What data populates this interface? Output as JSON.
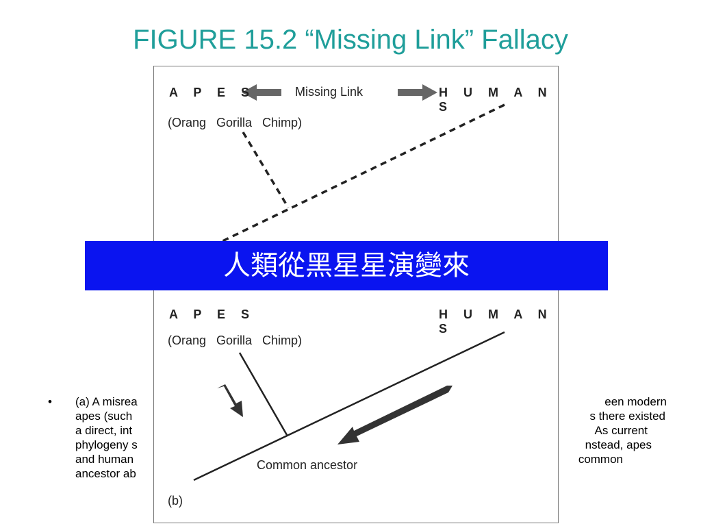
{
  "slide": {
    "title": "FIGURE 15.2 “Missing Link” Fallacy"
  },
  "figure": {
    "top": {
      "apes_label": "A P E S",
      "missing_link_label": "Missing Link",
      "humans_label": "H U M A N S",
      "species_label": "(Orang   Gorilla   Chimp)"
    },
    "bottom": {
      "apes_label": "A P E S",
      "humans_label": "H U M A N S",
      "species_label": "(Orang   Gorilla   Chimp)",
      "common_ancestor_label": "Common ancestor",
      "panel_label": "(b)"
    }
  },
  "banner": {
    "text": "人類從黑星星演變來",
    "color": "#0a14f0"
  },
  "bullet": {
    "marker": "•",
    "left_fragments": [
      "(a) A misrea",
      "apes (such",
      "a direct, int",
      "phylogeny s",
      "and human",
      "ancestor ab"
    ],
    "right_fragments": [
      "een modern",
      "s there existed",
      "As current",
      "nstead, apes",
      "common"
    ]
  }
}
